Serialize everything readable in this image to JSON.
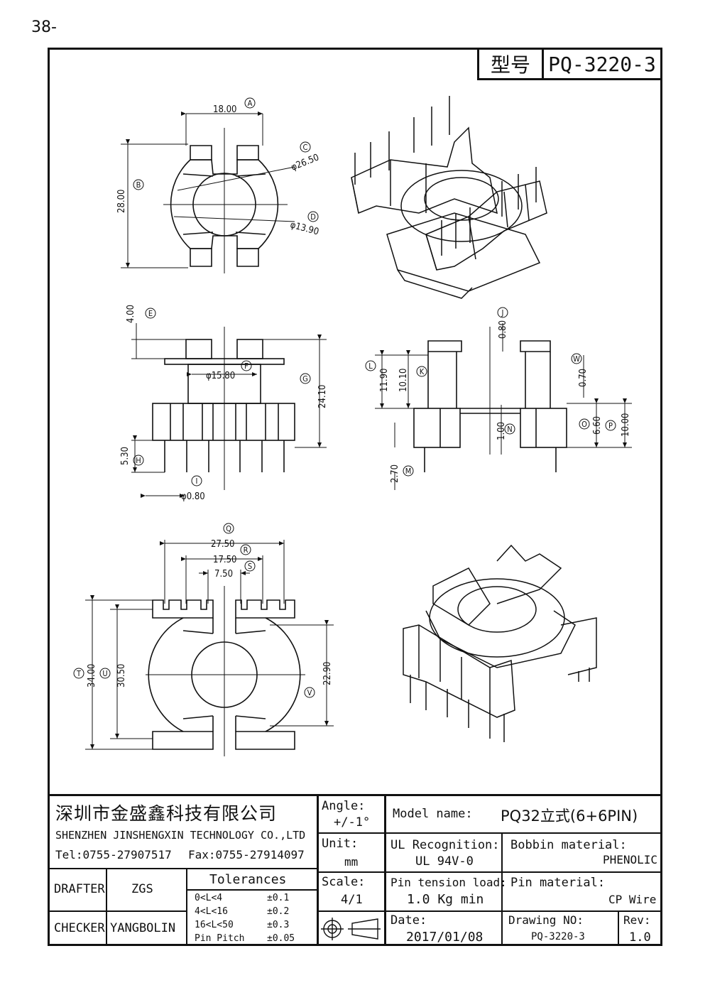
{
  "page_number": "38-",
  "header": {
    "model_label": "型号",
    "model_value": "PQ-3220-3"
  },
  "dimensions": {
    "top_view": {
      "A": "18.00",
      "B": "28.00",
      "C": "φ26.50",
      "D": "φ13.90"
    },
    "front_view": {
      "E": "4.00",
      "F": "φ15.80",
      "G": "24.10",
      "H": "5.30",
      "I": "φ0.80"
    },
    "side_view": {
      "J": "0.80",
      "K": "10.10",
      "L": "11.90",
      "M": "2.70",
      "N": "1.00",
      "O": "6.60",
      "P": "10.00",
      "W": "0.70"
    },
    "bottom_view": {
      "Q": "27.50",
      "R": "17.50",
      "S": "7.50",
      "T": "34.00",
      "U": "30.50",
      "V": "22.90"
    }
  },
  "title_block": {
    "company_cn": "深圳市金盛鑫科技有限公司",
    "company_en": "SHENZHEN JINSHENGXIN TECHNOLOGY CO.,LTD",
    "tel": "Tel:0755-27907517",
    "fax": "Fax:0755-27914097",
    "angle_label": "Angle:",
    "angle_value": "+/-1°",
    "unit_label": "Unit:",
    "unit_value": "mm",
    "scale_label": "Scale:",
    "scale_value": "4/1",
    "model_name_label": "Model name:",
    "model_name_value": "PQ32立式(6+6PIN)",
    "ul_label": "UL Recognition:",
    "ul_value": "UL 94V-0",
    "bobbin_label": "Bobbin material:",
    "bobbin_value": "PHENOLIC",
    "pin_tension_label": "Pin tension load:",
    "pin_tension_value": "1.0 Kg min",
    "pin_material_label": "Pin material:",
    "pin_material_value": "CP Wire",
    "date_label": "Date:",
    "date_value": "2017/01/08",
    "drawing_no_label": "Drawing NO:",
    "drawing_no_value": "PQ-3220-3",
    "rev_label": "Rev:",
    "rev_value": "1.0",
    "drafter_label": "DRAFTER",
    "drafter_value": "ZGS",
    "checker_label": "CHECKER",
    "checker_value": "YANGBOLIN",
    "tolerances_title": "Tolerances",
    "tolerances": [
      {
        "range": "0<L<4",
        "value": "±0.1"
      },
      {
        "range": "4<L<16",
        "value": "±0.2"
      },
      {
        "range": "16<L<50",
        "value": "±0.3"
      },
      {
        "range": "Pin Pitch",
        "value": "±0.05"
      }
    ]
  }
}
